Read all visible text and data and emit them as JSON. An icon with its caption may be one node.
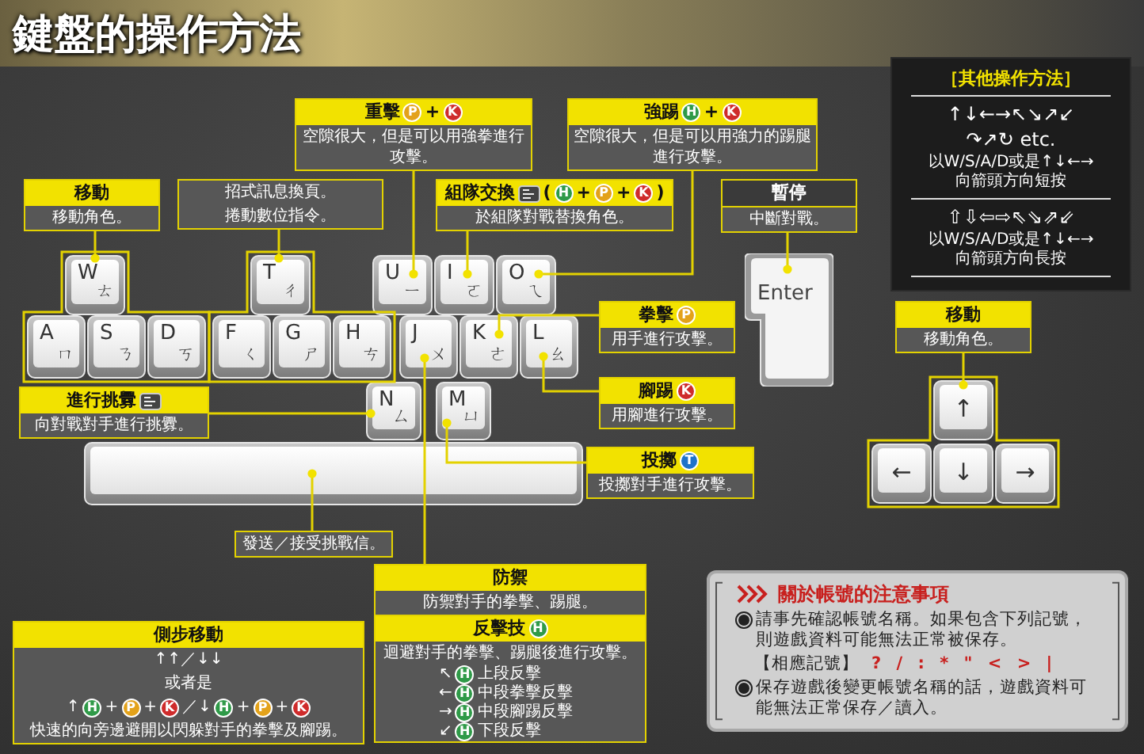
{
  "diagram": {
    "title": "鍵盤的操作方法",
    "nodes": [
      {
        "text": [
          "移動",
          "移動角色。"
        ]
      },
      {
        "text": [
          "招式訊息換頁。",
          "捲動數位指令。"
        ]
      },
      {
        "text": [
          "重擊",
          "P",
          "+",
          "K",
          "空隙很大，但是可以用強拳進行攻擊。"
        ]
      },
      {
        "text": [
          "組隊交換",
          "(",
          "H",
          "+",
          "P",
          "+",
          "K",
          ")",
          "於組隊對戰替換角色。"
        ]
      },
      {
        "text": [
          "強踢",
          "H",
          "+",
          "K",
          "空隙很大，但是可以用強力的踢腿進行攻擊。"
        ]
      },
      {
        "text": [
          "暫停",
          "中斷對戰。"
        ]
      },
      {
        "text": [
          "［其他操作方法］",
          "↑↓←→↖↘↗↙",
          "↷↗↻ etc.",
          "以W/S/A/D或是↑↓←→ 向箭頭方向短按",
          "⇧⇩⇦⇨⇖⇘⇗⇙",
          "以W/S/A/D或是↑↓←→ 向箭頭方向長按"
        ]
      },
      {
        "text": [
          "W",
          "ㄊ"
        ]
      },
      {
        "text": [
          "T",
          "ㄔ"
        ]
      },
      {
        "text": [
          "U",
          "ㄧ"
        ]
      },
      {
        "text": [
          "I",
          "ㄛ"
        ]
      },
      {
        "text": [
          "O",
          "ㄟ"
        ]
      },
      {
        "text": [
          "Enter"
        ]
      },
      {
        "text": [
          "移動",
          "移動角色。"
        ]
      },
      {
        "text": [
          "A",
          "ㄇ"
        ]
      },
      {
        "text": [
          "S",
          "ㄋ"
        ]
      },
      {
        "text": [
          "D",
          "ㄎ"
        ]
      },
      {
        "text": [
          "F",
          "ㄑ"
        ]
      },
      {
        "text": [
          "G",
          "ㄕ"
        ]
      },
      {
        "text": [
          "H",
          "ㄘ"
        ]
      },
      {
        "text": [
          "J",
          "ㄨ"
        ]
      },
      {
        "text": [
          "K",
          "ㄜ"
        ]
      },
      {
        "text": [
          "L",
          "ㄠ"
        ]
      },
      {
        "text": [
          "拳擊",
          "P",
          "用手進行攻擊。"
        ]
      },
      {
        "text": [
          "↑"
        ]
      },
      {
        "text": [
          "進行挑釁",
          "向對戰對手進行挑釁。"
        ]
      },
      {
        "text": [
          "N",
          "ㄙ"
        ]
      },
      {
        "text": [
          "M",
          "ㄩ"
        ]
      },
      {
        "text": [
          "腳踢",
          "K",
          "用腳進行攻擊。"
        ]
      },
      {
        "text": [
          "←"
        ]
      },
      {
        "text": [
          "↓"
        ]
      },
      {
        "text": [
          "→"
        ]
      },
      {
        "text": [],
        "shape": "box"
      },
      {
        "text": [
          "投擲",
          "T",
          "投擲對手進行攻擊。"
        ]
      },
      {
        "text": [
          "發送／接受挑戰信。"
        ]
      },
      {
        "text": [
          "防禦",
          "防禦對手的拳擊、踢腿。"
        ]
      },
      {
        "text": [
          "反擊技",
          "H",
          "迴避對手的拳擊、踢腿後進行攻擊。",
          "↖",
          "H",
          "上段反擊",
          "←",
          "H",
          "中段拳擊反擊",
          "→",
          "H",
          "中段腳踢反擊",
          "↙",
          "H",
          "下段反擊"
        ]
      },
      {
        "text": [
          "關於帳號的注意事項",
          "請事先確認帳號名稱。如果包含下列記號，則遊戲資料可能無法正常被保存。",
          "【相應記號】",
          "? / : * \" < > |",
          "保存遊戲後變更帳號名稱的話，遊戲資料可能無法正常保存／讀入。"
        ]
      },
      {
        "text": [
          "側步移動",
          "↑↑／↓↓",
          "或者是",
          "↑",
          "H",
          "+",
          "P",
          "+",
          "K",
          "／↓",
          "H",
          "+",
          "P",
          "+",
          "K",
          "快速的向旁邊避開以閃躲對手的拳擊及腳踢。"
        ]
      }
    ],
    "edges": [
      {
        "from": 0,
        "to": 7,
        "arrow": "other"
      },
      {
        "from": 1,
        "to": 8,
        "arrow": "other"
      },
      {
        "from": 2,
        "to": 9,
        "arrow": "other"
      },
      {
        "from": 3,
        "to": 10,
        "arrow": "other"
      },
      {
        "from": 4,
        "to": 11,
        "arrow": "other"
      },
      {
        "from": 5,
        "to": 12,
        "arrow": "other"
      },
      {
        "from": 23,
        "to": 21,
        "arrow": "other"
      },
      {
        "from": 28,
        "to": 22,
        "arrow": "other"
      },
      {
        "from": 25,
        "to": 26,
        "arrow": "other"
      },
      {
        "from": 33,
        "to": 27,
        "arrow": "other"
      },
      {
        "from": 34,
        "to": 32,
        "arrow": "other"
      },
      {
        "from": 35,
        "to": 20,
        "arrow": "other"
      },
      {
        "from": 13,
        "to": 24,
        "arrow": "other"
      }
    ]
  }
}
